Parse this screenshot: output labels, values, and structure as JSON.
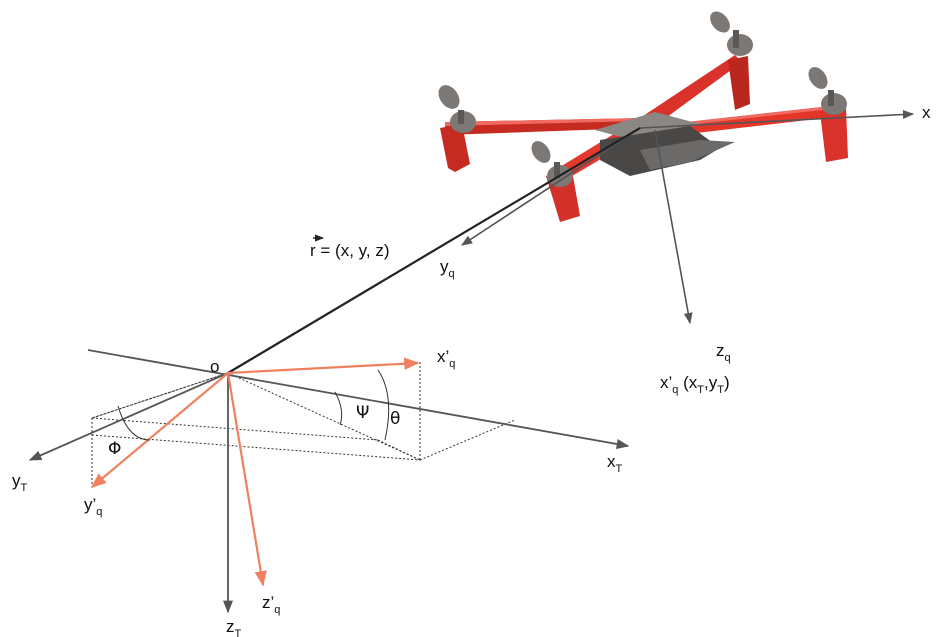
{
  "diagram": {
    "vector_label": "r = (x, y, z)",
    "vector_symbol": "r",
    "vector_rest": " = (x, y, z)",
    "origin": "o",
    "angles": {
      "phi": "Φ",
      "psi": "Ψ",
      "theta": "θ"
    },
    "axes": {
      "x": "x",
      "yq": {
        "base": "y",
        "sub": "q"
      },
      "zq": {
        "base": "z",
        "sub": "q"
      },
      "xq_prime": {
        "base": "x’",
        "sub": "q"
      },
      "xq_prime_target": {
        "base": "x’",
        "sub": "q",
        "rest1": " (x",
        "sub1": "T",
        "rest2": ",y",
        "sub2": "T",
        "rest3": ")"
      },
      "yq_prime": {
        "base": "y’",
        "sub": "q"
      },
      "zq_prime": {
        "base": "z’",
        "sub": "q"
      },
      "xT": {
        "base": "x",
        "sub": "T"
      },
      "yT": {
        "base": "y",
        "sub": "T"
      },
      "zT": {
        "base": "z",
        "sub": "T"
      }
    }
  },
  "colors": {
    "frame_red": "#e2362b",
    "frame_dark_red": "#a8231b",
    "prop_gray": "#7c7875",
    "axis_gray": "#555555",
    "orange_axis": "#f0805f"
  }
}
